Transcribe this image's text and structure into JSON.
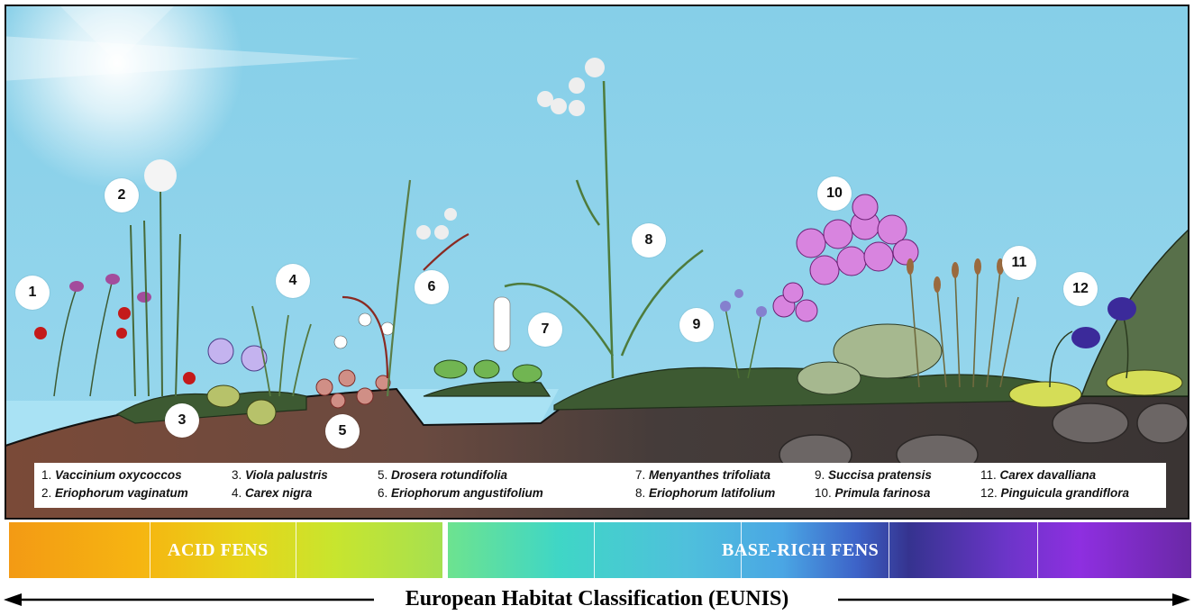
{
  "numbers": [
    "1",
    "2",
    "3",
    "4",
    "5",
    "6",
    "7",
    "8",
    "9",
    "10",
    "11",
    "12"
  ],
  "legend": [
    {
      "n": "1.",
      "name": "Vaccinium oxycoccos"
    },
    {
      "n": "2.",
      "name": "Eriophorum vaginatum"
    },
    {
      "n": "3.",
      "name": "Viola palustris"
    },
    {
      "n": "4.",
      "name": "Carex nigra"
    },
    {
      "n": "5.",
      "name": "Drosera rotundifolia"
    },
    {
      "n": "6.",
      "name": "Eriophorum angustifolium"
    },
    {
      "n": "7.",
      "name": "Menyanthes trifoliata"
    },
    {
      "n": "8.",
      "name": "Eriophorum latifolium"
    },
    {
      "n": "9.",
      "name": "Succisa pratensis"
    },
    {
      "n": "10.",
      "name": "Primula farinosa"
    },
    {
      "n": "11.",
      "name": "Carex davalliana"
    },
    {
      "n": "12.",
      "name": "Pinguicula grandiflora"
    }
  ],
  "bars": {
    "acid_label": "ACID FENS",
    "base_label": "BASE-RICH FENS"
  },
  "footer": {
    "title": "European Habitat Classification (EUNIS)"
  },
  "colors": {
    "sky": "#8fd3ea",
    "soil_acid": "#7a4e3c",
    "soil_base": "#3f3937",
    "water": "#9fdcf0",
    "moss": "#3d5a32"
  }
}
